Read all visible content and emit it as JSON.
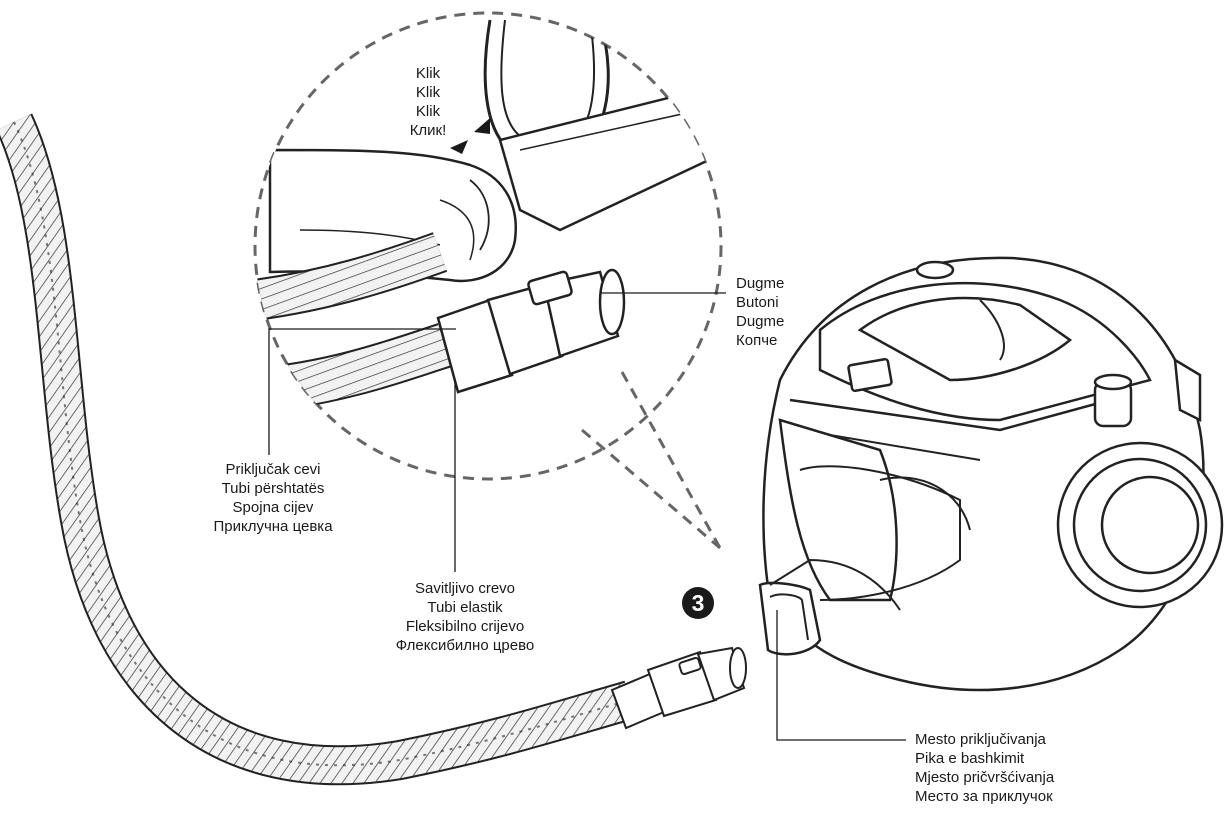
{
  "labels": {
    "click": [
      "Klik",
      "Klik",
      "Klik",
      "Клик!"
    ],
    "button": [
      "Dugme",
      "Butoni",
      "Dugme",
      "Копче"
    ],
    "hose_connector": [
      "Priključak cevi",
      "Tubi përshtatës",
      "Spojna cijev",
      "Приклучна цевка"
    ],
    "flexible_hose": [
      "Savitljivo crevo",
      "Tubi elastik",
      "Fleksibilno crijevo",
      "Флексибилно црево"
    ],
    "attachment_point": [
      "Mesto priključivanja",
      "Pika e bashkimit",
      "Mjesto pričvršćivanja",
      "Место за приклучок"
    ]
  },
  "step": "3",
  "colors": {
    "ink": "#1a1a1a",
    "hose_fill": "#f2f2f2",
    "background": "#ffffff"
  }
}
